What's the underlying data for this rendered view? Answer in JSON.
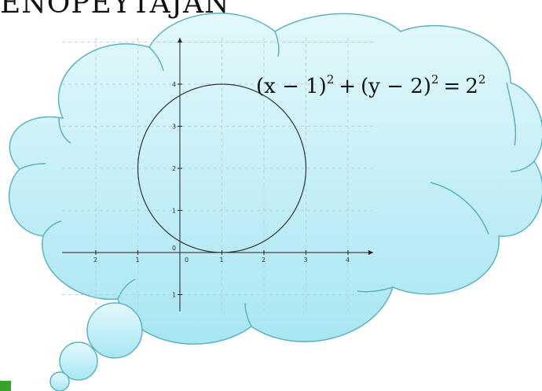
{
  "slide": {
    "title": "ENOPEYTAJAN"
  },
  "formula": {
    "lhs_group1": "(x − 1)",
    "exp1": "2",
    "plus": "+",
    "lhs_group2": "(y − 2)",
    "exp2": "2",
    "equals": "=",
    "rhs_base": "2",
    "rhs_exp": "2"
  },
  "colors": {
    "cloud_top": "#e3f8fc",
    "cloud_bottom": "#a8e6f2",
    "cloud_stroke": "#5bb3c0",
    "accent": "#3aa02e"
  },
  "chart_data": {
    "type": "scatter",
    "title": "",
    "xlabel": "",
    "ylabel": "",
    "x_ticks": [
      "2",
      "1",
      "0",
      "1",
      "2",
      "3",
      "4"
    ],
    "y_ticks": [
      "4",
      "3",
      "2",
      "1",
      "0",
      "1"
    ],
    "xlim": [
      -2.8,
      4.6
    ],
    "ylim": [
      -1.4,
      5.1
    ],
    "grid": true,
    "circle": {
      "center": [
        1,
        2
      ],
      "radius": 2
    }
  }
}
